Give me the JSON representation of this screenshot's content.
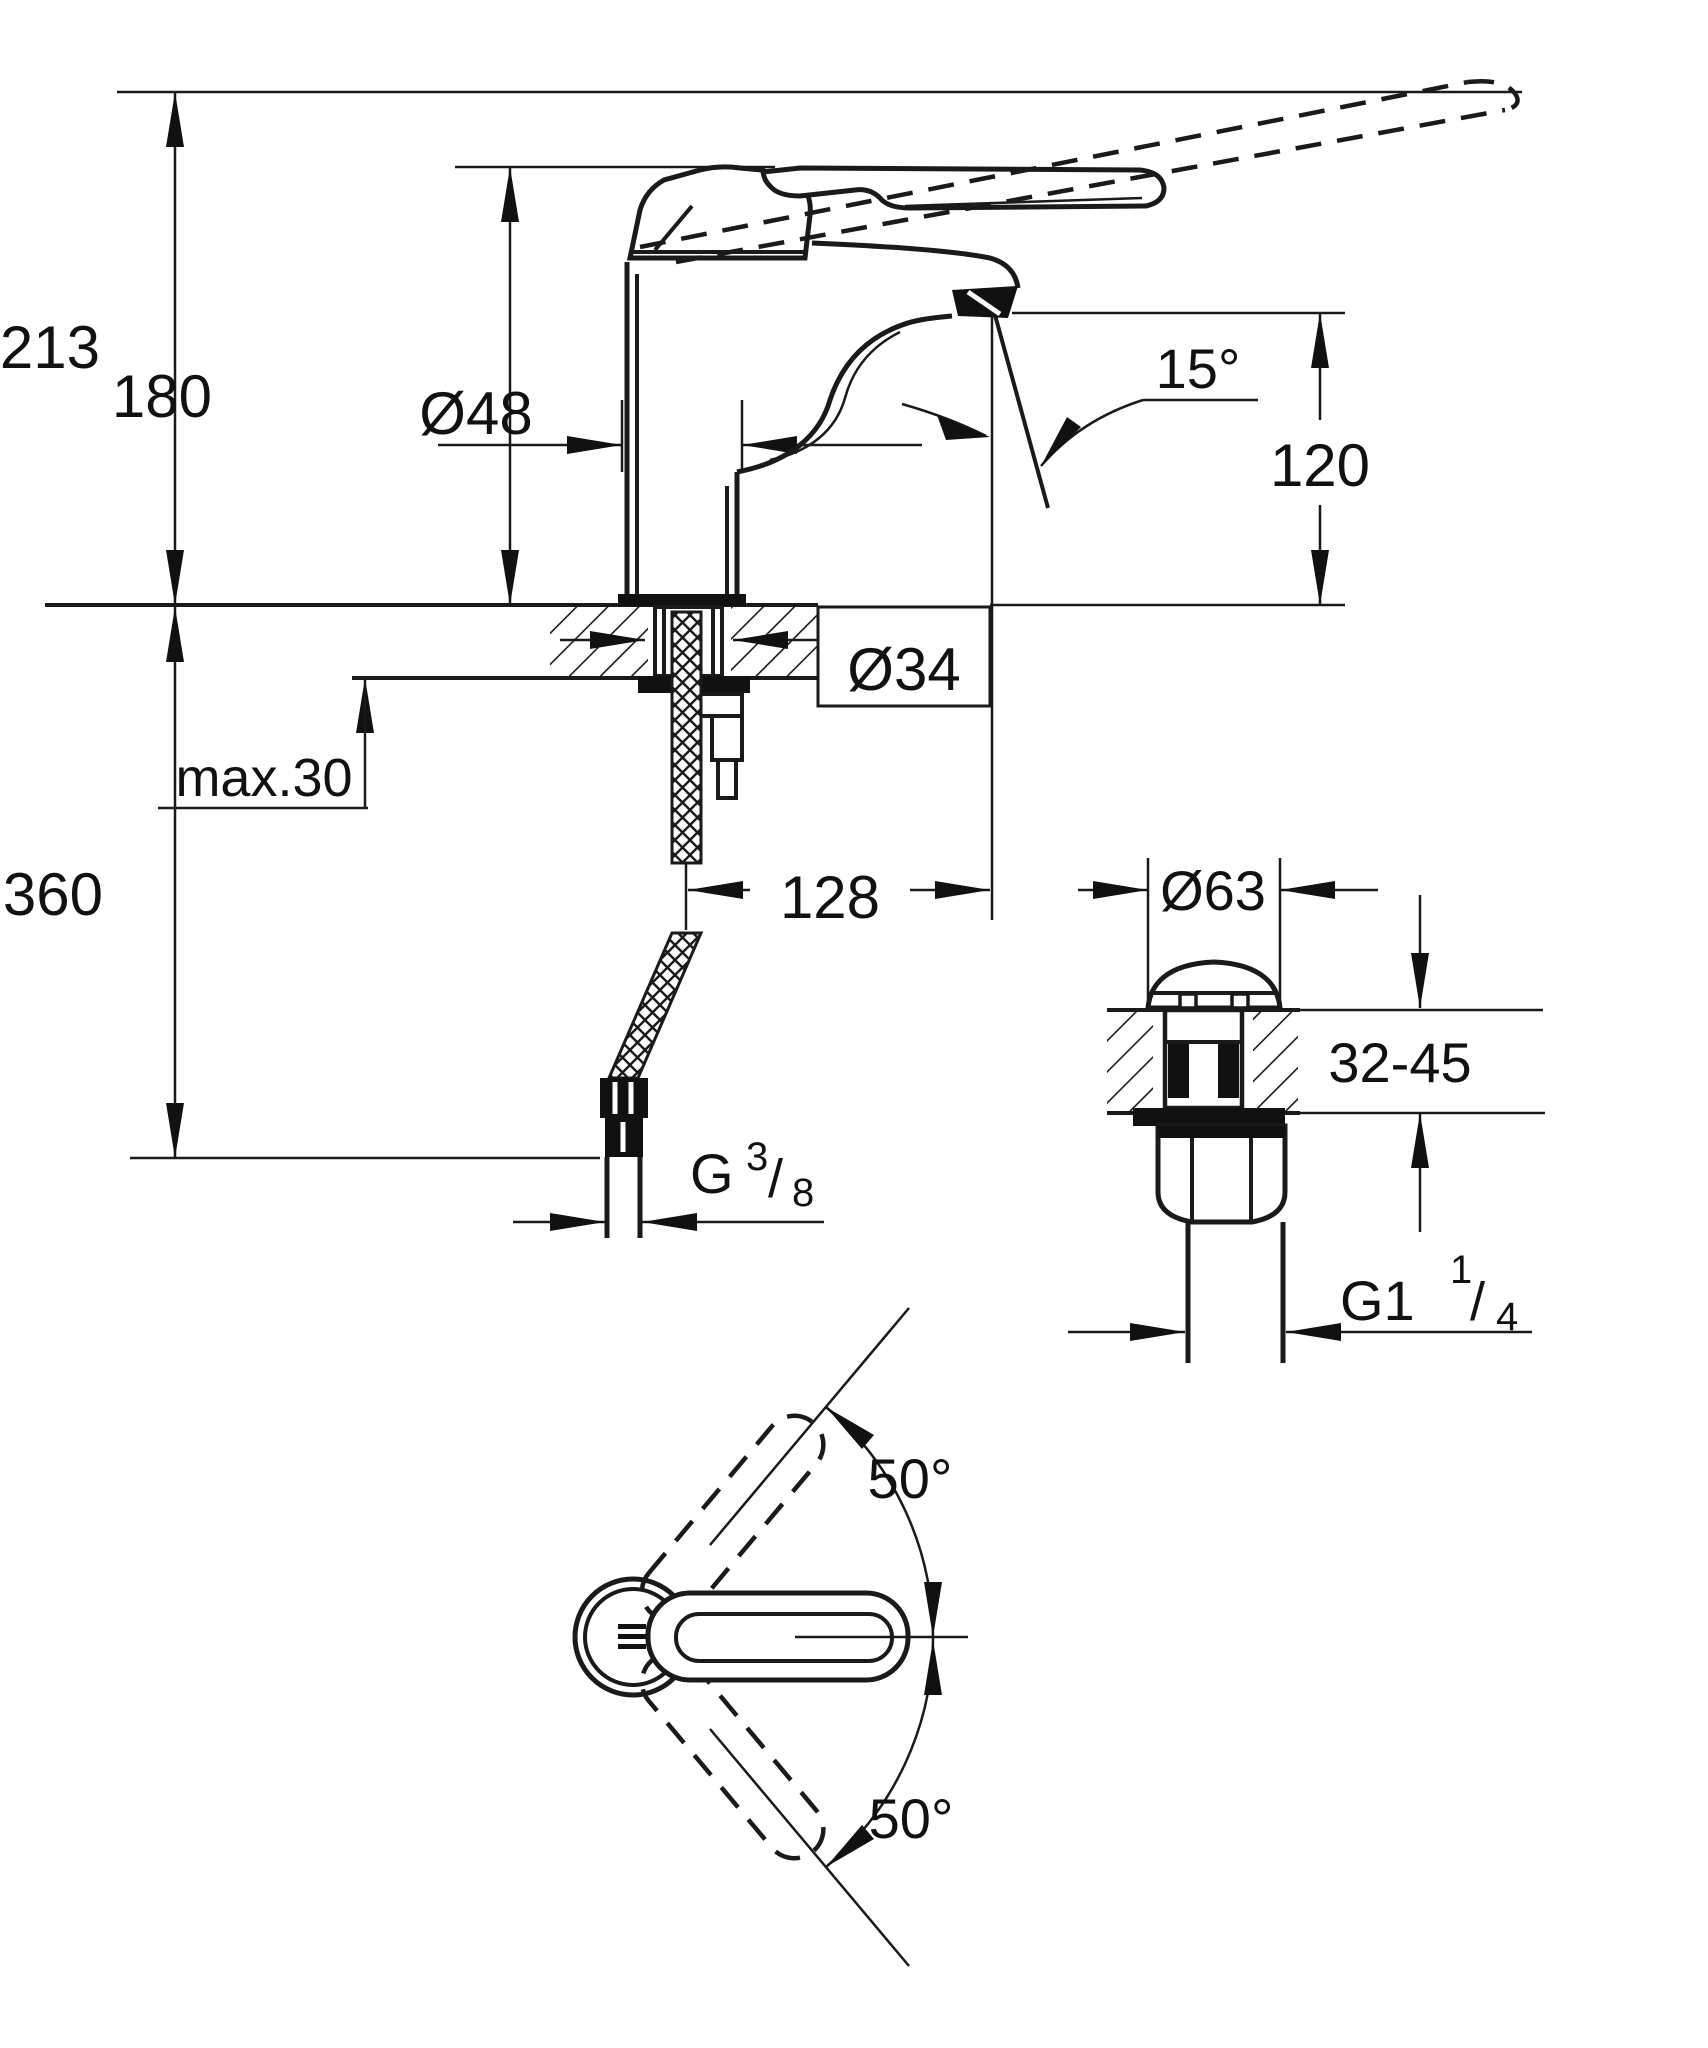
{
  "title": "Single-lever basin mixer technical dimension drawing",
  "views": {
    "side": {
      "total_height": "213",
      "handle_height": "180",
      "body_diameter": "Ø48",
      "spout_angle": "15°",
      "spout_outlet_height": "120",
      "hole_diameter": "Ø34",
      "deck_thickness_max": "max.30",
      "hose_length": "360",
      "spout_reach": "128",
      "supply_thread": {
        "prefix": "G",
        "numerator": "3",
        "slash": "/",
        "denominator": "8"
      }
    },
    "drain": {
      "flange_diameter": "Ø63",
      "deck_thickness_range": "32-45",
      "waste_thread": {
        "prefix": "G1",
        "numerator": "1",
        "slash": "/",
        "denominator": "4"
      }
    },
    "top": {
      "handle_swing_upper": "50°",
      "handle_swing_lower": "50°"
    }
  }
}
